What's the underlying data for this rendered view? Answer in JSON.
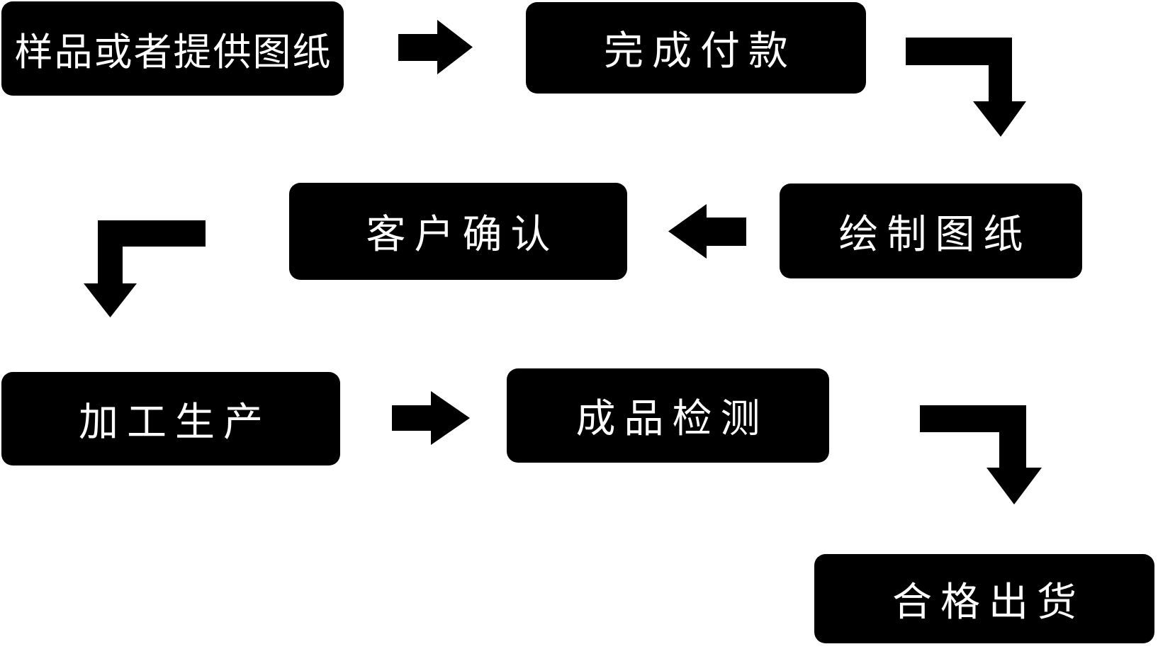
{
  "diagram": {
    "background_color": "#ffffff",
    "node_fill_color": "#000000",
    "node_text_color": "#ffffff",
    "nodes": [
      {
        "id": "sample-or-drawing",
        "label": "样品或者提供图纸"
      },
      {
        "id": "payment",
        "label": "完成付款"
      },
      {
        "id": "draw-drawing",
        "label": "绘制图纸"
      },
      {
        "id": "customer-confirm",
        "label": "客户确认"
      },
      {
        "id": "production",
        "label": "加工生产"
      },
      {
        "id": "inspection",
        "label": "成品检测"
      },
      {
        "id": "shipment",
        "label": "合格出货"
      }
    ],
    "connectors": [
      {
        "from": "sample-or-drawing",
        "to": "payment",
        "shape": "right-arrow"
      },
      {
        "from": "payment",
        "to": "draw-drawing",
        "shape": "elbow-right-down-arrow"
      },
      {
        "from": "draw-drawing",
        "to": "customer-confirm",
        "shape": "left-arrow"
      },
      {
        "from": "customer-confirm",
        "to": "production",
        "shape": "elbow-left-down-arrow"
      },
      {
        "from": "production",
        "to": "inspection",
        "shape": "right-arrow"
      },
      {
        "from": "inspection",
        "to": "shipment",
        "shape": "elbow-right-down-arrow"
      }
    ]
  }
}
